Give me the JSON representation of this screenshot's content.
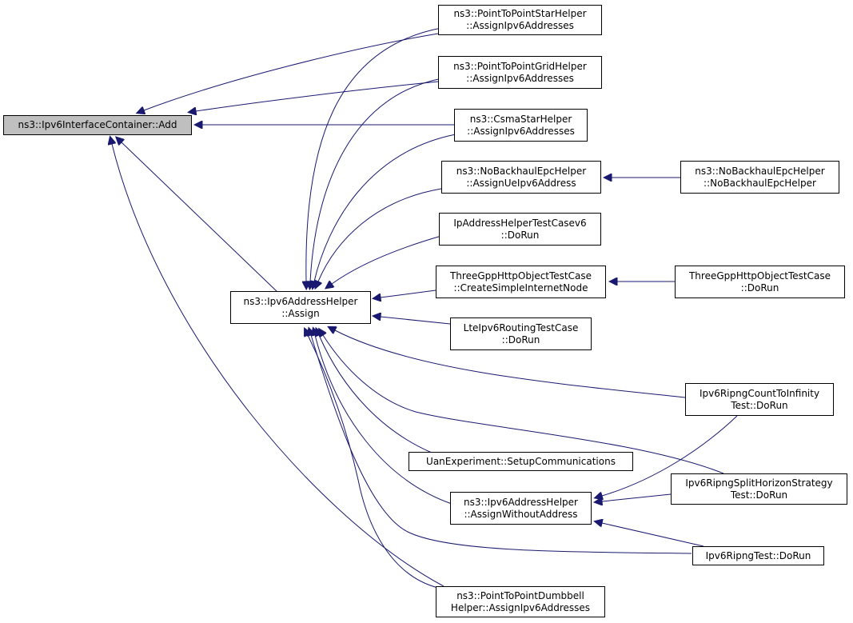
{
  "nodes": {
    "root": {
      "line1": "ns3::Ipv6InterfaceContainer::Add"
    },
    "assign": {
      "line1": "ns3::Ipv6AddressHelper",
      "line2": "::Assign"
    },
    "p2pstar": {
      "line1": "ns3::PointToPointStarHelper",
      "line2": "::AssignIpv6Addresses"
    },
    "p2pgrid": {
      "line1": "ns3::PointToPointGridHelper",
      "line2": "::AssignIpv6Addresses"
    },
    "csmastar": {
      "line1": "ns3::CsmaStarHelper",
      "line2": "::AssignIpv6Addresses"
    },
    "nobackhaul_assign": {
      "line1": "ns3::NoBackhaulEpcHelper",
      "line2": "::AssignUeIpv6Address"
    },
    "nobackhaul_ctor": {
      "line1": "ns3::NoBackhaulEpcHelper",
      "line2": "::NoBackhaulEpcHelper"
    },
    "ipaddrtest": {
      "line1": "IpAddressHelperTestCasev6",
      "line2": "::DoRun"
    },
    "threegpp_create": {
      "line1": "ThreeGppHttpObjectTestCase",
      "line2": "::CreateSimpleInternetNode"
    },
    "threegpp_dorun": {
      "line1": "ThreeGppHttpObjectTestCase",
      "line2": "::DoRun"
    },
    "lteipv6": {
      "line1": "LteIpv6RoutingTestCase",
      "line2": "::DoRun"
    },
    "ripngcount": {
      "line1": "Ipv6RipngCountToInfinity",
      "line2": "Test::DoRun"
    },
    "uanexp": {
      "line1": "UanExperiment::SetupCommunications"
    },
    "assignwithout": {
      "line1": "ns3::Ipv6AddressHelper",
      "line2": "::AssignWithoutAddress"
    },
    "ripngsplit": {
      "line1": "Ipv6RipngSplitHorizonStrategy",
      "line2": "Test::DoRun"
    },
    "ripngtest": {
      "line1": "Ipv6RipngTest::DoRun"
    },
    "p2pdumbbell": {
      "line1": "ns3::PointToPointDumbbell",
      "line2": "Helper::AssignIpv6Addresses"
    }
  },
  "colors": {
    "edge": "#191970",
    "root_fill": "#bfbfbf",
    "node_border": "#000000"
  }
}
